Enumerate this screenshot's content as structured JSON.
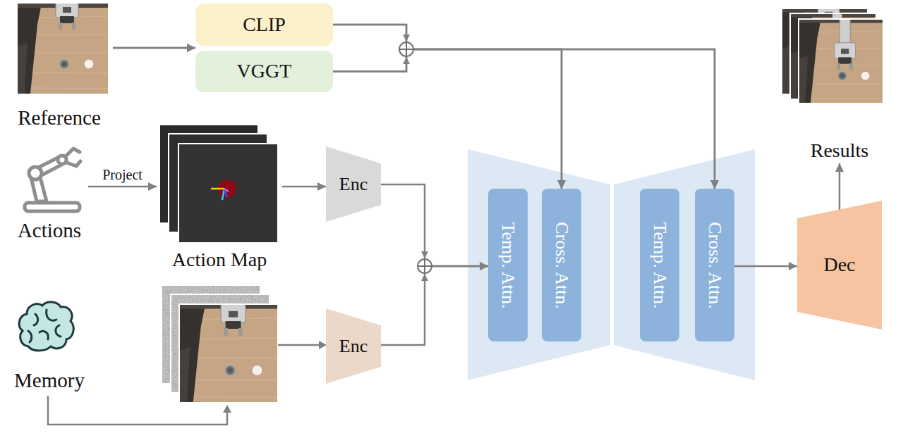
{
  "diagram": {
    "nodes": [
      {
        "text": [
          "Reference"
        ]
      },
      {
        "text": [
          "CLIP"
        ]
      },
      {
        "text": [
          "VGGT"
        ]
      },
      {
        "text": [
          "Actions"
        ]
      },
      {
        "text": [
          "Action Map"
        ]
      },
      {
        "text": [
          "Enc"
        ]
      },
      {
        "text": [
          "Memory"
        ]
      },
      {
        "text": [
          "Enc"
        ]
      },
      {
        "text": [
          "Temp. Attn."
        ]
      },
      {
        "text": [
          "Cross. Attn."
        ]
      },
      {
        "text": [
          "Temp. Attn."
        ]
      },
      {
        "text": [
          "Cross. Attn."
        ]
      },
      {
        "text": [
          "Dec"
        ]
      },
      {
        "text": [
          "Results"
        ]
      }
    ],
    "edges": [
      {
        "from": 0,
        "to": 1,
        "arrow": "to"
      },
      {
        "from": 0,
        "to": 2,
        "arrow": "to"
      },
      {
        "from": 1,
        "to": 9,
        "arrow": "to"
      },
      {
        "from": 1,
        "to": 11,
        "arrow": "to"
      },
      {
        "from": 2,
        "to": 9,
        "arrow": "to"
      },
      {
        "from": 2,
        "to": 11,
        "arrow": "to"
      },
      {
        "from": 3,
        "to": 4,
        "label": "Project",
        "arrow": "to"
      },
      {
        "from": 4,
        "to": 5,
        "arrow": "to"
      },
      {
        "from": 5,
        "to": 8,
        "arrow": "to"
      },
      {
        "from": 7,
        "to": 8,
        "arrow": "to"
      },
      {
        "from": 11,
        "to": 12,
        "arrow": "to"
      },
      {
        "from": 12,
        "to": 13,
        "arrow": "to"
      }
    ]
  }
}
